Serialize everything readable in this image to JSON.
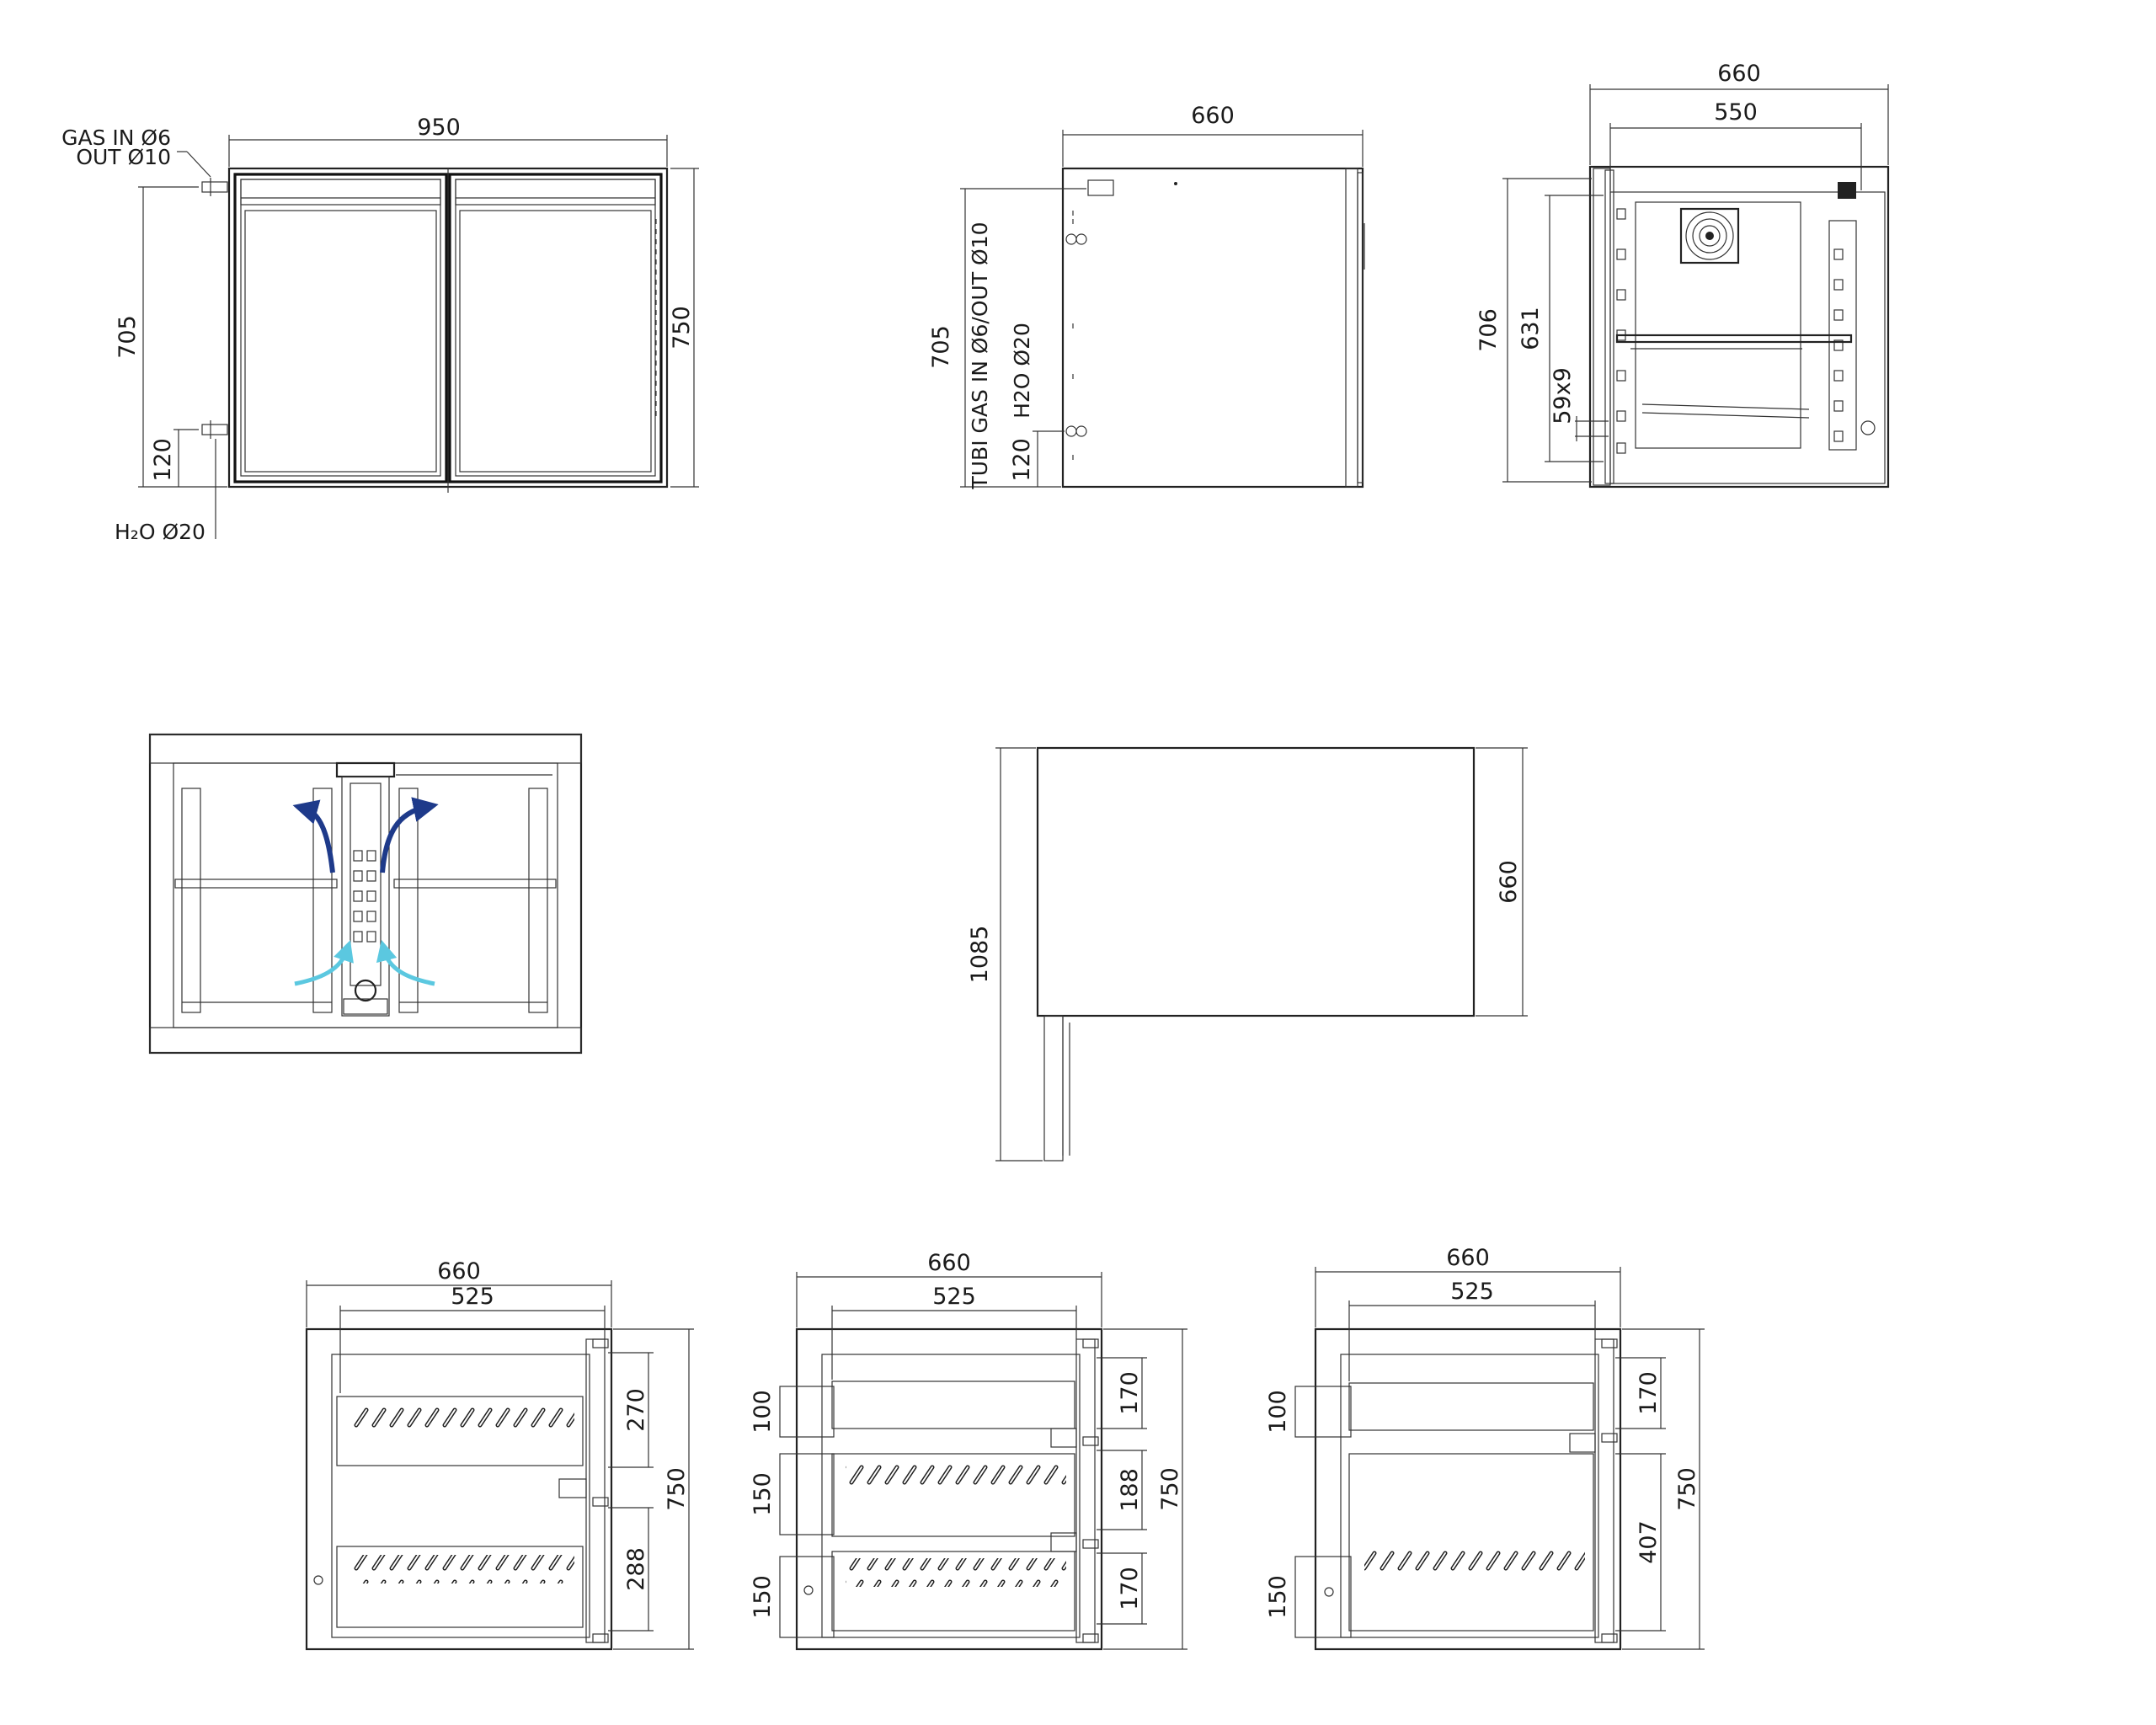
{
  "front_view": {
    "width_label": "950",
    "height_label": "750",
    "connection_height_label": "705",
    "water_height_label": "120",
    "gas_label_line1": "GAS IN Ø6",
    "gas_label_line2": "OUT Ø10",
    "water_label": "H₂O Ø20"
  },
  "side_view": {
    "depth_label": "660",
    "connection_height_label": "705",
    "water_height_label": "120",
    "tubes_label": "TUBI GAS IN Ø6/OUT Ø10",
    "water_label": "H2O Ø20"
  },
  "section_view": {
    "outer_width_label": "660",
    "inner_width_label": "550",
    "height_label": "706",
    "inner_height_label": "631",
    "slot_label": "59x9"
  },
  "top_view": {
    "depth_label": "660",
    "open_depth_label": "1085"
  },
  "drawer_views": [
    {
      "outer_width_label": "660",
      "inner_width_label": "525",
      "height_label": "750",
      "right_labels": [
        "270",
        "288"
      ],
      "left_labels": []
    },
    {
      "outer_width_label": "660",
      "inner_width_label": "525",
      "height_label": "750",
      "right_labels": [
        "170",
        "188",
        "170"
      ],
      "left_labels": [
        "100",
        "150",
        "150"
      ]
    },
    {
      "outer_width_label": "660",
      "inner_width_label": "525",
      "height_label": "750",
      "right_labels": [
        "170",
        "407"
      ],
      "left_labels": [
        "100",
        "150"
      ]
    }
  ],
  "colors": {
    "line": "#222222",
    "warm_air_arrow": "#1e3a8a",
    "cold_air_arrow": "#5bc8e0"
  }
}
